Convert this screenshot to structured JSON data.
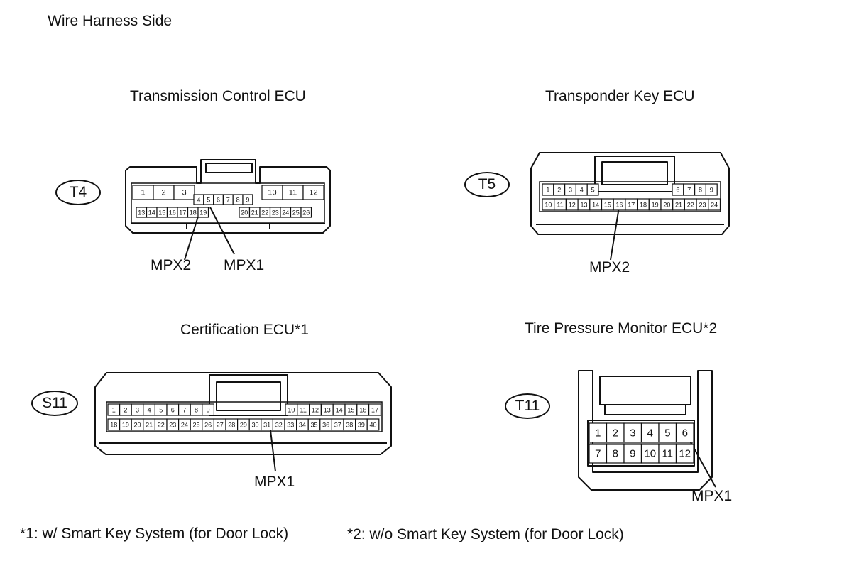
{
  "header": "Wire Harness Side",
  "connectors": {
    "t4": {
      "title": "Transmission Control ECU",
      "code": "T4",
      "pins": [
        "1",
        "2",
        "3",
        "4",
        "5",
        "6",
        "7",
        "8",
        "9",
        "10",
        "11",
        "12",
        "13",
        "14",
        "15",
        "16",
        "17",
        "18",
        "19",
        "20",
        "21",
        "22",
        "23",
        "24",
        "25",
        "26"
      ],
      "labels": [
        "MPX2",
        "MPX1"
      ]
    },
    "t5": {
      "title": "Transponder Key ECU",
      "code": "T5",
      "pins": [
        "1",
        "2",
        "3",
        "4",
        "5",
        "6",
        "7",
        "8",
        "9",
        "10",
        "11",
        "12",
        "13",
        "14",
        "15",
        "16",
        "17",
        "18",
        "19",
        "20",
        "21",
        "22",
        "23",
        "24"
      ],
      "labels": [
        "MPX2"
      ]
    },
    "s11": {
      "title": "Certification ECU*1",
      "code": "S11",
      "pins": [
        "1",
        "2",
        "3",
        "4",
        "5",
        "6",
        "7",
        "8",
        "9",
        "10",
        "11",
        "12",
        "13",
        "14",
        "15",
        "16",
        "17",
        "18",
        "19",
        "20",
        "21",
        "22",
        "23",
        "24",
        "25",
        "26",
        "27",
        "28",
        "29",
        "30",
        "31",
        "32",
        "33",
        "34",
        "35",
        "36",
        "37",
        "38",
        "39",
        "40"
      ],
      "labels": [
        "MPX1"
      ]
    },
    "t11": {
      "title": "Tire Pressure Monitor ECU*2",
      "code": "T11",
      "pins": [
        "1",
        "2",
        "3",
        "4",
        "5",
        "6",
        "7",
        "8",
        "9",
        "10",
        "11",
        "12"
      ],
      "labels": [
        "MPX1"
      ]
    }
  },
  "footnotes": {
    "note1": "*1: w/ Smart Key System (for Door Lock)",
    "note2": "*2: w/o Smart Key System (for Door Lock)"
  }
}
